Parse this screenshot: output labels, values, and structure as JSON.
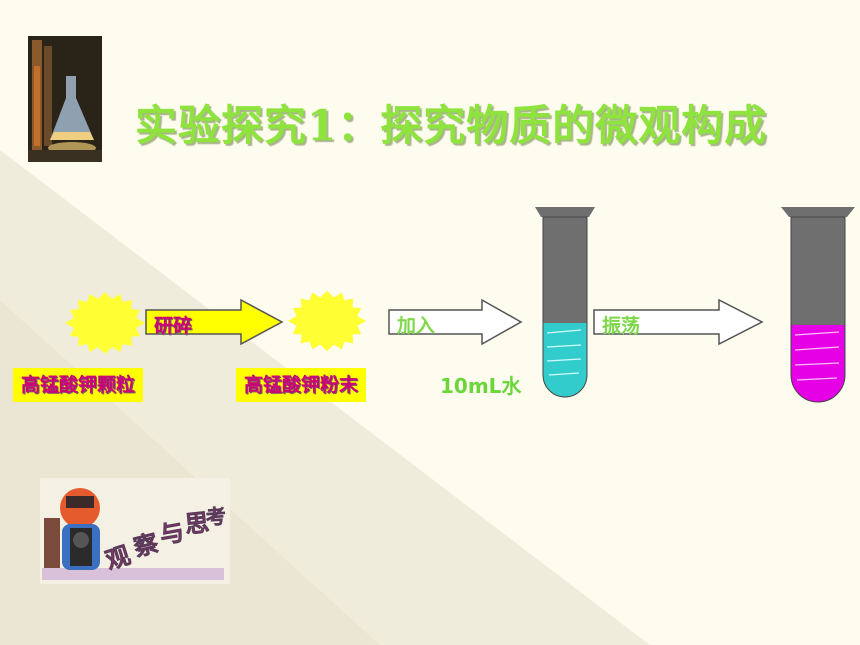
{
  "slide": {
    "title": "实验探究1：探究物质的微观构成",
    "steps": [
      {
        "arrow_label": "研碎"
      },
      {
        "arrow_label": "加入"
      },
      {
        "arrow_label": "振荡"
      }
    ],
    "materials": [
      {
        "label": "高锰酸钾颗粒"
      },
      {
        "label": "高锰酸钾粉末"
      }
    ],
    "water_label": "10mL水",
    "badge_text": "观察与思考",
    "colors": {
      "title": "#8ee43c",
      "burst": "#ffff33",
      "label_bg": "#ffff00",
      "label_text": "#cc0077",
      "tube_gray": "#6f6f6f",
      "water": "#33cccc",
      "solution": "#e600e6"
    }
  }
}
